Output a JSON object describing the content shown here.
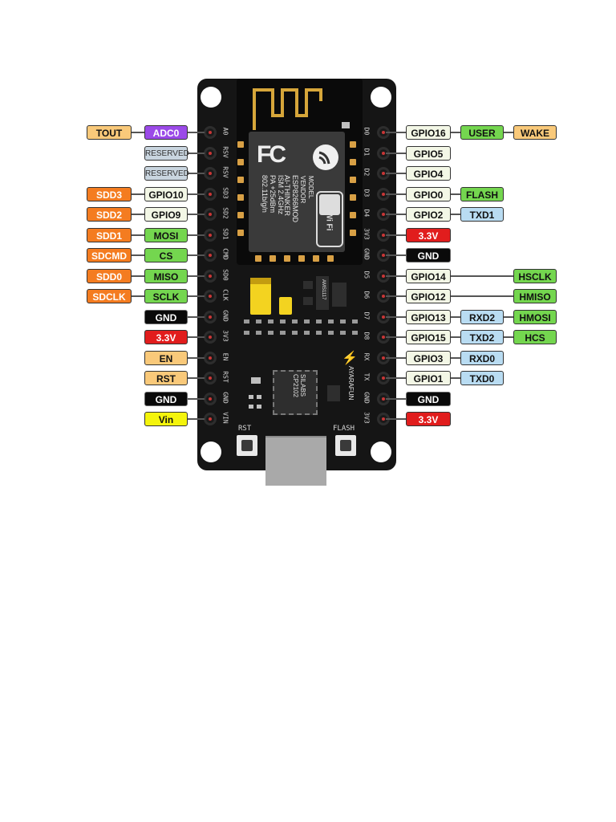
{
  "module": {
    "model_text": "MODEL\nVENDOR",
    "model_values": "ESP8266MOD\nAI-THINKER",
    "specs": "ISM 2.4GHz\nPA +25dBm\n802.11b/g/n",
    "fc_logo": "FC",
    "wifi_logo": "Wi Fi"
  },
  "board": {
    "rst_label": "RST",
    "flash_label": "FLASH",
    "cp_text": "SILABS\nCP2102",
    "brand_text": "AYARAFUN",
    "reg_text": "AMS1117"
  },
  "left_pins": [
    {
      "pin": "A0",
      "tags": [
        {
          "t": "TOUT",
          "c": "peach"
        },
        {
          "t": "ADC0",
          "c": "purple"
        }
      ]
    },
    {
      "pin": "RSV",
      "tags": [
        {
          "t": "RESERVED",
          "c": "grey"
        }
      ]
    },
    {
      "pin": "RSV",
      "tags": [
        {
          "t": "RESERVED",
          "c": "grey"
        }
      ]
    },
    {
      "pin": "SD3",
      "tags": [
        {
          "t": "SDD3",
          "c": "orange"
        },
        {
          "t": "GPIO10",
          "c": "cream"
        }
      ]
    },
    {
      "pin": "SD2",
      "tags": [
        {
          "t": "SDD2",
          "c": "orange"
        },
        {
          "t": "GPIO9",
          "c": "cream"
        }
      ]
    },
    {
      "pin": "SD1",
      "tags": [
        {
          "t": "SDD1",
          "c": "orange"
        },
        {
          "t": "MOSI",
          "c": "green"
        }
      ]
    },
    {
      "pin": "CMD",
      "tags": [
        {
          "t": "SDCMD",
          "c": "orange"
        },
        {
          "t": "CS",
          "c": "green"
        }
      ]
    },
    {
      "pin": "SD0",
      "tags": [
        {
          "t": "SDD0",
          "c": "orange"
        },
        {
          "t": "MISO",
          "c": "green"
        }
      ]
    },
    {
      "pin": "CLK",
      "tags": [
        {
          "t": "SDCLK",
          "c": "orange"
        },
        {
          "t": "SCLK",
          "c": "green"
        }
      ]
    },
    {
      "pin": "GND",
      "tags": [
        {
          "t": "GND",
          "c": "black"
        }
      ]
    },
    {
      "pin": "3V3",
      "tags": [
        {
          "t": "3.3V",
          "c": "red"
        }
      ]
    },
    {
      "pin": "EN",
      "tags": [
        {
          "t": "EN",
          "c": "peach"
        }
      ]
    },
    {
      "pin": "RST",
      "tags": [
        {
          "t": "RST",
          "c": "peach"
        }
      ]
    },
    {
      "pin": "GND",
      "tags": [
        {
          "t": "GND",
          "c": "black"
        }
      ]
    },
    {
      "pin": "VIN",
      "tags": [
        {
          "t": "Vin",
          "c": "yellow"
        }
      ]
    }
  ],
  "right_pins": [
    {
      "pin": "D0",
      "tags": [
        {
          "t": "GPIO16",
          "c": "cream"
        },
        {
          "t": "USER",
          "c": "green"
        },
        {
          "t": "WAKE",
          "c": "peach"
        }
      ]
    },
    {
      "pin": "D1",
      "tags": [
        {
          "t": "GPIO5",
          "c": "cream"
        }
      ]
    },
    {
      "pin": "D2",
      "tags": [
        {
          "t": "GPIO4",
          "c": "cream"
        }
      ]
    },
    {
      "pin": "D3",
      "tags": [
        {
          "t": "GPIO0",
          "c": "cream"
        },
        {
          "t": "FLASH",
          "c": "green"
        }
      ]
    },
    {
      "pin": "D4",
      "tags": [
        {
          "t": "GPIO2",
          "c": "cream"
        },
        {
          "t": "TXD1",
          "c": "blue"
        }
      ]
    },
    {
      "pin": "3V3",
      "tags": [
        {
          "t": "3.3V",
          "c": "red"
        }
      ]
    },
    {
      "pin": "GND",
      "tags": [
        {
          "t": "GND",
          "c": "black"
        }
      ]
    },
    {
      "pin": "D5",
      "tags": [
        {
          "t": "GPIO14",
          "c": "cream"
        },
        {
          "t": "",
          "c": "none"
        },
        {
          "t": "HSCLK",
          "c": "green"
        }
      ]
    },
    {
      "pin": "D6",
      "tags": [
        {
          "t": "GPIO12",
          "c": "cream"
        },
        {
          "t": "",
          "c": "none"
        },
        {
          "t": "HMISO",
          "c": "green"
        }
      ]
    },
    {
      "pin": "D7",
      "tags": [
        {
          "t": "GPIO13",
          "c": "cream"
        },
        {
          "t": "RXD2",
          "c": "blue"
        },
        {
          "t": "HMOSI",
          "c": "green"
        }
      ]
    },
    {
      "pin": "D8",
      "tags": [
        {
          "t": "GPIO15",
          "c": "cream"
        },
        {
          "t": "TXD2",
          "c": "blue"
        },
        {
          "t": "HCS",
          "c": "green"
        }
      ]
    },
    {
      "pin": "RX",
      "tags": [
        {
          "t": "GPIO3",
          "c": "cream"
        },
        {
          "t": "RXD0",
          "c": "blue"
        }
      ]
    },
    {
      "pin": "TX",
      "tags": [
        {
          "t": "GPIO1",
          "c": "cream"
        },
        {
          "t": "TXD0",
          "c": "blue"
        }
      ]
    },
    {
      "pin": "GND",
      "tags": [
        {
          "t": "GND",
          "c": "black"
        }
      ]
    },
    {
      "pin": "3V3",
      "tags": [
        {
          "t": "3.3V",
          "c": "red"
        }
      ]
    }
  ]
}
